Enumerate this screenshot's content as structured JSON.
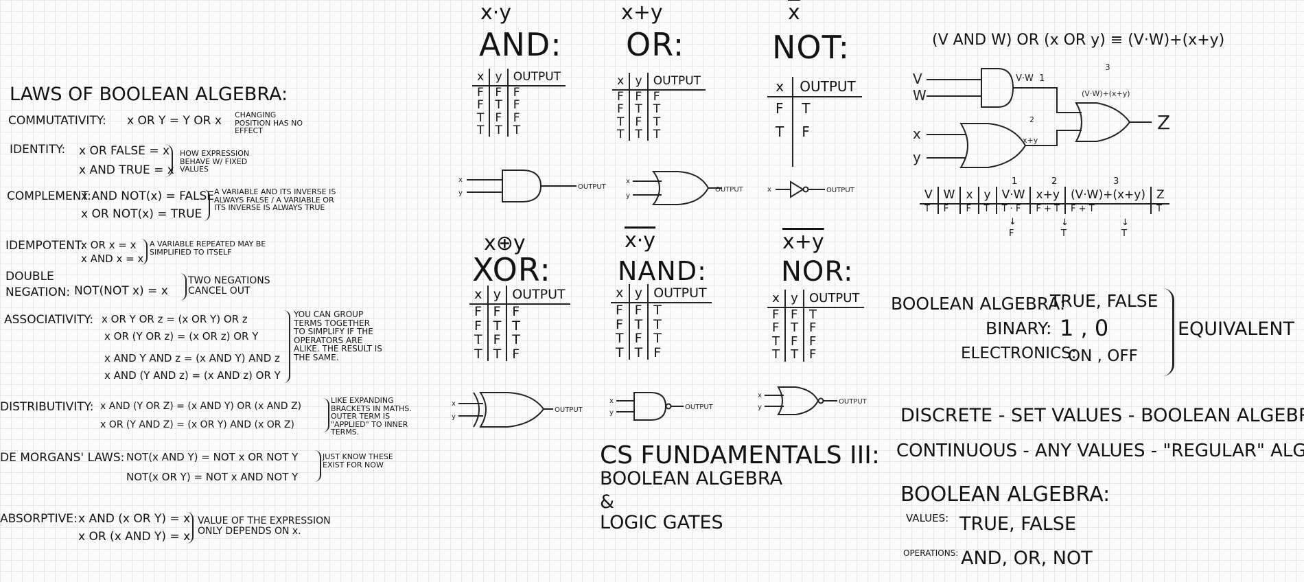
{
  "laws": {
    "title": "LAWS OF BOOLEAN ALGEBRA:",
    "items": [
      {
        "name": "COMMUTATIVITY:",
        "lines": [
          "x OR Y = Y OR x"
        ],
        "note": "CHANGING POSITION HAS NO EFFECT"
      },
      {
        "name": "IDENTITY:",
        "lines": [
          "x OR FALSE = x",
          "x AND TRUE = x"
        ],
        "note": "HOW EXPRESSION BEHAVE W/ FIXED VALUES"
      },
      {
        "name": "COMPLEMENT:",
        "lines": [
          "x AND NOT(x) = FALSE",
          "x OR NOT(x) = TRUE"
        ],
        "note": "A VARIABLE AND ITS INVERSE IS ALWAYS FALSE / A VARIABLE OR ITS INVERSE IS ALWAYS TRUE"
      },
      {
        "name": "IDEMPOTENT:",
        "lines": [
          "x OR x = x",
          "x AND x = x"
        ],
        "note": "A VARIABLE REPEATED MAY BE SIMPLIFIED TO ITSELF"
      },
      {
        "name": "DOUBLE NEGATION:",
        "lines": [
          "NOT(NOT x) = x"
        ],
        "note": "TWO NEGATIONS CANCEL OUT"
      },
      {
        "name": "ASSOCIATIVITY:",
        "lines": [
          "x OR Y OR z = (x OR Y) OR z",
          "x OR (Y OR z) = (x OR z) OR Y",
          "x AND Y AND z = (x AND Y) AND z",
          "x AND (Y AND z) = (x AND z) OR Y"
        ],
        "note": "YOU CAN GROUP TERMS TOGETHER TO SIMPLIFY IF THE OPERATORS ARE ALIKE. THE RESULT IS THE SAME."
      },
      {
        "name": "DISTRIBUTIVITY:",
        "lines": [
          "x AND (Y OR Z) = (x AND Y) OR (x AND Z)",
          "x OR (Y AND Z) = (x OR Y) AND (x OR Z)"
        ],
        "note": "LIKE EXPANDING BRACKETS IN MATHS. OUTER TERM IS \"APPLIED\" TO INNER TERMS."
      },
      {
        "name": "DE MORGANS' LAWS:",
        "lines": [
          "NOT(x AND Y) = NOT x OR NOT Y",
          "NOT(x OR Y) = NOT x AND NOT Y"
        ],
        "note": "JUST KNOW THESE EXIST FOR NOW"
      },
      {
        "name": "ABSORPTIVE:",
        "lines": [
          "x AND (x OR Y) = x",
          "x OR (x AND Y) = x"
        ],
        "note": "VALUE OF THE EXPRESSION ONLY DEPENDS ON x."
      }
    ]
  },
  "gates": {
    "and": {
      "expr": "x·y",
      "name": "AND:",
      "headers": [
        "x",
        "y",
        "OUTPUT"
      ],
      "rows": [
        [
          "F",
          "F",
          "F"
        ],
        [
          "F",
          "T",
          "F"
        ],
        [
          "T",
          "F",
          "F"
        ],
        [
          "T",
          "T",
          "T"
        ]
      ]
    },
    "or": {
      "expr": "x+y",
      "name": "OR:",
      "headers": [
        "x",
        "y",
        "OUTPUT"
      ],
      "rows": [
        [
          "F",
          "F",
          "F"
        ],
        [
          "F",
          "T",
          "T"
        ],
        [
          "T",
          "F",
          "T"
        ],
        [
          "T",
          "T",
          "T"
        ]
      ]
    },
    "not": {
      "expr": "x",
      "name": "NOT:",
      "headers": [
        "x",
        "OUTPUT"
      ],
      "rows": [
        [
          "F",
          "T"
        ],
        [
          "T",
          "F"
        ]
      ]
    },
    "xor": {
      "expr": "x⊕y",
      "name": "XOR:",
      "headers": [
        "x",
        "y",
        "OUTPUT"
      ],
      "rows": [
        [
          "F",
          "F",
          "F"
        ],
        [
          "F",
          "T",
          "T"
        ],
        [
          "T",
          "F",
          "T"
        ],
        [
          "T",
          "T",
          "F"
        ]
      ]
    },
    "nand": {
      "expr": "x·y",
      "name": "NAND:",
      "headers": [
        "x",
        "y",
        "OUTPUT"
      ],
      "rows": [
        [
          "F",
          "F",
          "T"
        ],
        [
          "F",
          "T",
          "T"
        ],
        [
          "T",
          "F",
          "T"
        ],
        [
          "T",
          "T",
          "F"
        ]
      ]
    },
    "nor": {
      "expr": "x+y",
      "name": "NOR:",
      "headers": [
        "x",
        "y",
        "OUTPUT"
      ],
      "rows": [
        [
          "F",
          "F",
          "T"
        ],
        [
          "F",
          "T",
          "F"
        ],
        [
          "T",
          "F",
          "F"
        ],
        [
          "T",
          "T",
          "F"
        ]
      ]
    },
    "in_x": "x",
    "in_y": "y",
    "out": "OUTPUT"
  },
  "title": {
    "line1": "CS FUNDAMENTALS III:",
    "line2": "BOOLEAN ALGEBRA",
    "line3": "&",
    "line4": "LOGIC GATES"
  },
  "circuit": {
    "equation": "(V AND W) OR (x OR y) ≡ (V·W)+(x+y)",
    "inputs": [
      "V",
      "W",
      "x",
      "y"
    ],
    "output": "Z",
    "labels": {
      "vw": "V·W",
      "one": "1",
      "xy": "x+y",
      "two": "2",
      "three": "3",
      "combined": "(V·W)+(x+y)"
    },
    "table": {
      "headers": [
        "V",
        "W",
        "x",
        "y",
        "V·W",
        "x+y",
        "(V·W)+(x+y)",
        "Z"
      ],
      "step_numbers": [
        "1",
        "2",
        "3"
      ],
      "values": [
        "T",
        "F",
        "F",
        "T",
        "T · F",
        "F + T",
        "F  +  T",
        "T"
      ],
      "results": [
        "F",
        "T",
        "T"
      ]
    }
  },
  "equiv": {
    "rows": [
      {
        "label": "BOOLEAN ALGEBRA:",
        "value": "TRUE, FALSE"
      },
      {
        "label": "BINARY:",
        "value": "1 , 0"
      },
      {
        "label": "ELECTRONICS:",
        "value": "ON , OFF"
      }
    ],
    "word": "EQUIVALENT"
  },
  "discrete": {
    "line1": "DISCRETE - SET VALUES - BOOLEAN ALGEBRA",
    "line2": "CONTINUOUS - ANY VALUES - \"REGULAR\" ALGEBRA",
    "heading": "BOOLEAN ALGEBRA:",
    "values_label": "VALUES:",
    "values": "TRUE, FALSE",
    "ops_label": "OPERATIONS:",
    "ops": "AND, OR, NOT"
  }
}
